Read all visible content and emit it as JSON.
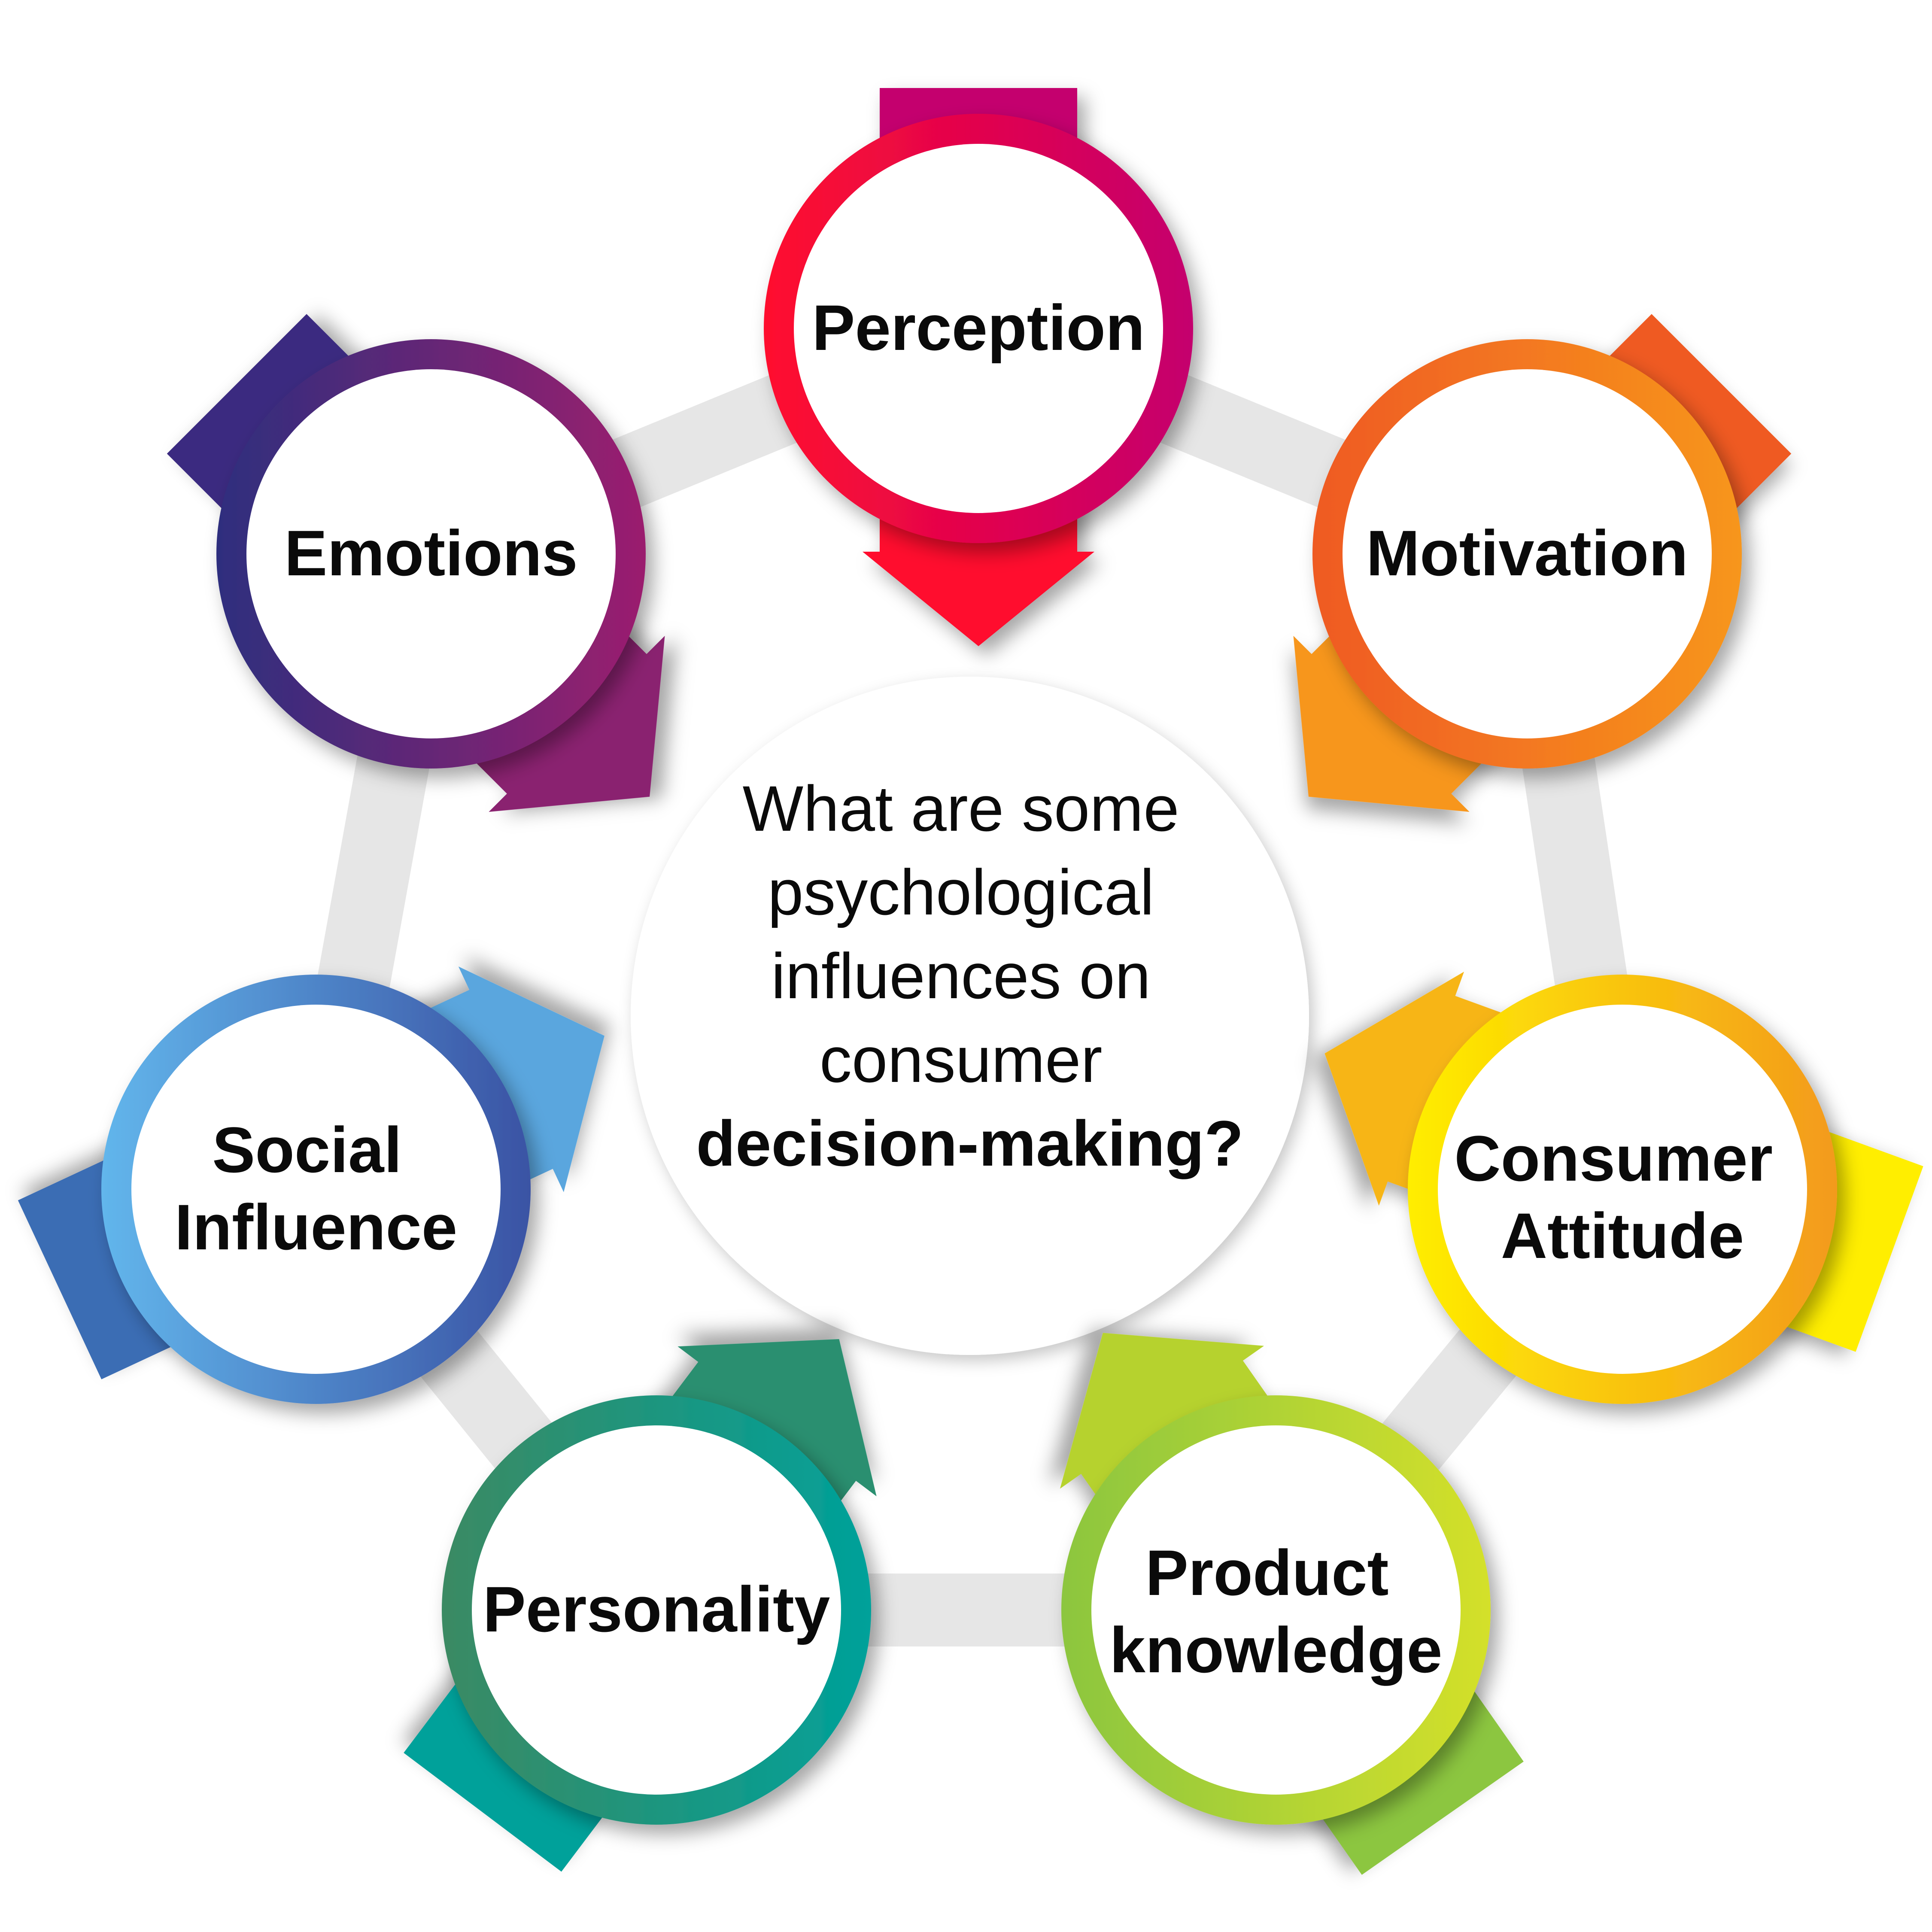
{
  "center": {
    "lines": [
      "What are some",
      "psychological",
      "influences on",
      "consumer"
    ],
    "bold_line": "decision-making?"
  },
  "nodes": [
    {
      "id": "perception",
      "label_lines": [
        "Perception"
      ],
      "color_start": "#ff0a2e",
      "color_end": "#c4006e"
    },
    {
      "id": "motivation",
      "label_lines": [
        "Motivation"
      ],
      "color_start": "#ef5a24",
      "color_end": "#f7961c"
    },
    {
      "id": "consumer-attitude",
      "label_lines": [
        "Consumer",
        "Attitude"
      ],
      "color_start": "#ffee00",
      "color_end": "#f39a1c"
    },
    {
      "id": "product-knowledge",
      "label_lines": [
        "Product",
        "knowledge"
      ],
      "color_start": "#8cc63f",
      "color_end": "#d4e02a"
    },
    {
      "id": "personality",
      "label_lines": [
        "Personality"
      ],
      "color_start": "#3b8a63",
      "color_end": "#00a19a"
    },
    {
      "id": "social-influence",
      "label_lines": [
        "Social",
        "Influence"
      ],
      "color_start": "#62b6ec",
      "color_end": "#3a53a4"
    },
    {
      "id": "emotions",
      "label_lines": [
        "Emotions"
      ],
      "color_start": "#2e2f7e",
      "color_end": "#9b1e6e"
    }
  ],
  "connector_color": "#e6e6e6"
}
